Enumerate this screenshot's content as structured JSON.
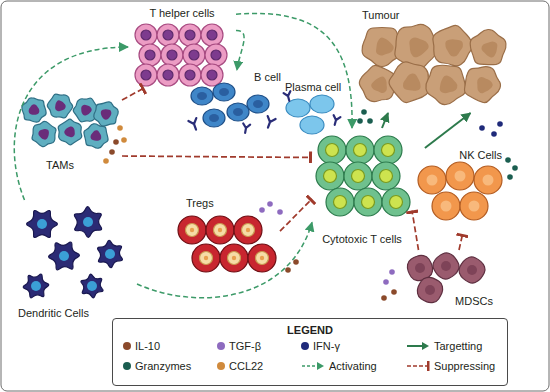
{
  "diagram": {
    "nodes": [
      {
        "text": [
          "T helper cells"
        ]
      },
      {
        "text": [
          "B cell"
        ]
      },
      {
        "text": [
          "Plasma cell"
        ]
      },
      {
        "text": [
          "Tumour"
        ]
      },
      {
        "text": [
          "TAMs"
        ]
      },
      {
        "text": [
          "Tregs"
        ]
      },
      {
        "text": [
          "Cytotoxic T cells"
        ]
      },
      {
        "text": [
          "NK Cells"
        ]
      },
      {
        "text": [
          "Dendritic Cells"
        ]
      },
      {
        "text": [
          "MDSCs"
        ]
      }
    ],
    "edges": [
      {
        "from": 8,
        "to": 0,
        "arrow": "to"
      },
      {
        "from": 0,
        "to": 1,
        "arrow": "to"
      },
      {
        "from": 0,
        "to": 6,
        "arrow": "to"
      },
      {
        "from": 8,
        "to": 6,
        "arrow": "to"
      },
      {
        "from": 6,
        "to": 3,
        "arrow": "to"
      },
      {
        "from": 7,
        "to": 3,
        "arrow": "to"
      },
      {
        "from": 4,
        "to": 0,
        "arrow": "to"
      },
      {
        "from": 4,
        "to": 6,
        "arrow": "to"
      },
      {
        "from": 5,
        "to": 6,
        "arrow": "to"
      },
      {
        "from": 9,
        "to": 6,
        "arrow": "to"
      },
      {
        "from": 9,
        "to": 7,
        "arrow": "to"
      }
    ],
    "labels": [
      "LEGEND"
    ],
    "legend": [
      {
        "text": "IL-10",
        "color": "#8b4a2b"
      },
      {
        "text": "TGF-β",
        "color": "#8e6bbf"
      },
      {
        "text": "IFN-γ",
        "color": "#1f2a7a"
      },
      {
        "text": "Targetting"
      },
      {
        "text": "Granzymes",
        "color": "#1b5e50"
      },
      {
        "text": "CCL22",
        "color": "#d08a3c"
      },
      {
        "text": "Activating"
      },
      {
        "text": "Suppressing"
      }
    ]
  }
}
